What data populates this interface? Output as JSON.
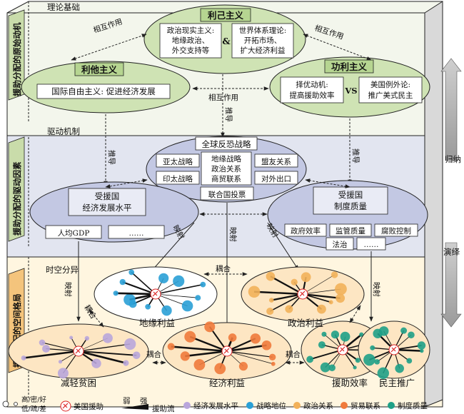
{
  "layers": {
    "theory": "理论基础",
    "driver": "驱动机制",
    "spatial": "时空分异"
  },
  "side_labels": {
    "theory": "援助分配的原始动机",
    "driver": "援助分配的驱动因素",
    "spatial": "援助分配的空间格局"
  },
  "right_labels": {
    "induction": "归纳",
    "deduction": "演绎"
  },
  "theory": {
    "egoism": {
      "title": "利己主义",
      "realism_1": "政治现实主义:",
      "realism_2": "地缘政治、",
      "realism_3": "外交支持等",
      "amp": "&",
      "world_1": "世界体系理论:",
      "world_2": "开拓市场、",
      "world_3": "扩大经济利益"
    },
    "altruism": {
      "title": "利他主义",
      "text": "国际自由主义: 促进经济发展"
    },
    "utilitarian": {
      "title": "功利主义",
      "left_1": "择优动机:",
      "left_2": "提高援助效率",
      "vs": "VS",
      "right_1": "美国例外论:",
      "right_2": "推广美式民主"
    },
    "interact_left": "相互作用",
    "interact_right": "相互作用",
    "interact_mid": "相互作用",
    "derive_mid": "推导",
    "derive_left": "推导",
    "derive_right": "推导"
  },
  "driver": {
    "strategy_title": "全球反恐战略",
    "asia_pacific": "亚太战略",
    "indo_pacific": "印太战略",
    "center_1": "地缘战略",
    "center_2": "政治关系",
    "center_3": "商贸联系",
    "alliance": "盟友关系",
    "export": "对外出口",
    "un_vote": "联合国投票",
    "econ_title_1": "受援国",
    "econ_title_2": "经济发展水平",
    "gdp": "人均GDP",
    "econ_more": "……",
    "inst_title_1": "受援国",
    "inst_title_2": "制度质量",
    "gov": "政府效率",
    "regulation": "监管质量",
    "corruption": "腐败控制",
    "rule_of_law": "法治",
    "inst_more": "……",
    "map_left": "映射",
    "map_mid": "映射",
    "map_right": "映射"
  },
  "spatial": {
    "geo": "地缘利益",
    "political": "政治利益",
    "poverty": "减轻贫困",
    "economic": "经济利益",
    "efficiency": "援助效率",
    "democracy": "民主推广",
    "couple_top": "耦合",
    "couple_bottom": "耦合",
    "couple_left": "耦合",
    "couple_right": "耦合",
    "map_left": "映射",
    "map_right": "映射"
  },
  "legend": {
    "level_high": "高/密/好",
    "level_low": "低/疏/差",
    "us_aid": "美国援助",
    "weak": "弱",
    "strong": "强",
    "aid_flow": "援助流",
    "econ_level": "经济发展水平",
    "strategic": "战略地位",
    "political": "政治关系",
    "trade": "贸易联系",
    "institution": "制度质量"
  },
  "colors": {
    "theory_fill": "#e3ecd2",
    "driver_fill": "#dfe2ef",
    "spatial_fill": "#fff5dc",
    "econ_dot": "#b9a6dc",
    "strategic_dot": "#2aa0d6",
    "political_dot": "#f2b15a",
    "trade_dot": "#f07a3c",
    "institution_dot": "#1fa087"
  }
}
